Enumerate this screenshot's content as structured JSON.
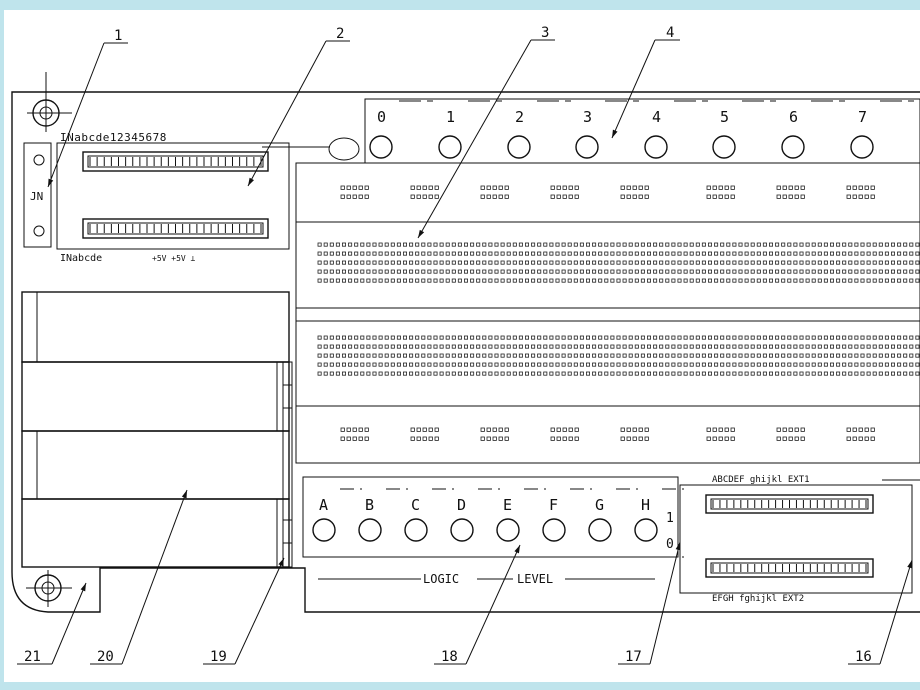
{
  "callouts": [
    "1",
    "2",
    "3",
    "4",
    "16",
    "17",
    "18",
    "19",
    "20",
    "21"
  ],
  "output_headers": [
    "0",
    "1",
    "2",
    "3",
    "4",
    "5",
    "6",
    "7"
  ],
  "logic_keys": [
    "A",
    "B",
    "C",
    "D",
    "E",
    "F",
    "G",
    "H"
  ],
  "logic_level": {
    "left": "LOGIC",
    "right": "LEVEL",
    "one": "1",
    "zero": "0"
  },
  "jn_label": "JN",
  "socket_top_label": "INabcde12345678",
  "socket_bottom_label": "INabcde",
  "socket_bottom_symbols": "+5V  +5V  ⊥",
  "right_socket_top_label": "ABCDEF ghijkl EXT1",
  "right_socket_bottom_label": "EFGH fghijkl EXT2",
  "colors": {
    "background": "#bfe4ec",
    "sheet": "#ffffff",
    "ink": "#111111"
  }
}
